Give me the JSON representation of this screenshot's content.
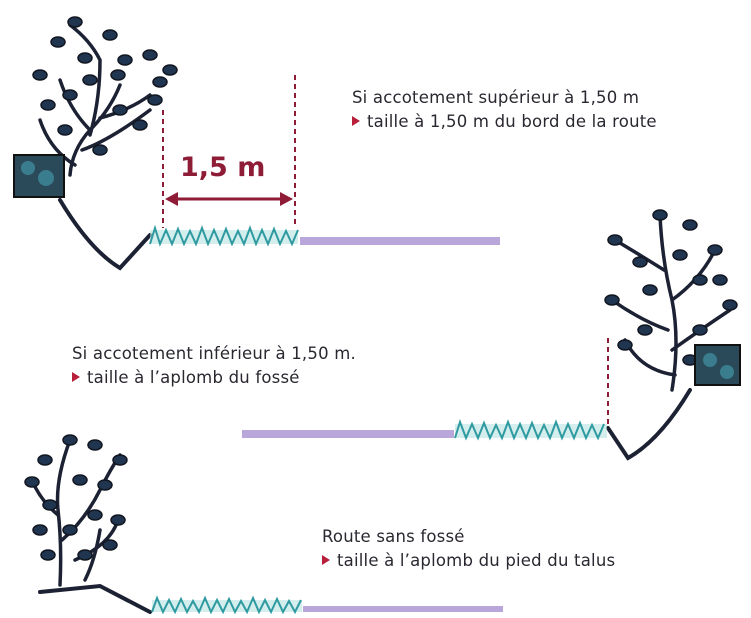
{
  "measure_label": "1,5 m",
  "cases": [
    {
      "title": "Si accotement supérieur à 1,50 m",
      "action": "taille à 1,50 m du bord de la route"
    },
    {
      "title": "Si accotement inférieur à 1,50 m.",
      "action": "taille à l’aplomb du fossé"
    },
    {
      "title": "Route sans fossé",
      "action": "taille à l’aplomb du pied du talus"
    }
  ],
  "colors": {
    "accent": "#b81f3a",
    "dimension": "#8e1c36",
    "grass": "#2f9aa0",
    "road": "#b9a6da",
    "shrub": "#1c2233"
  }
}
